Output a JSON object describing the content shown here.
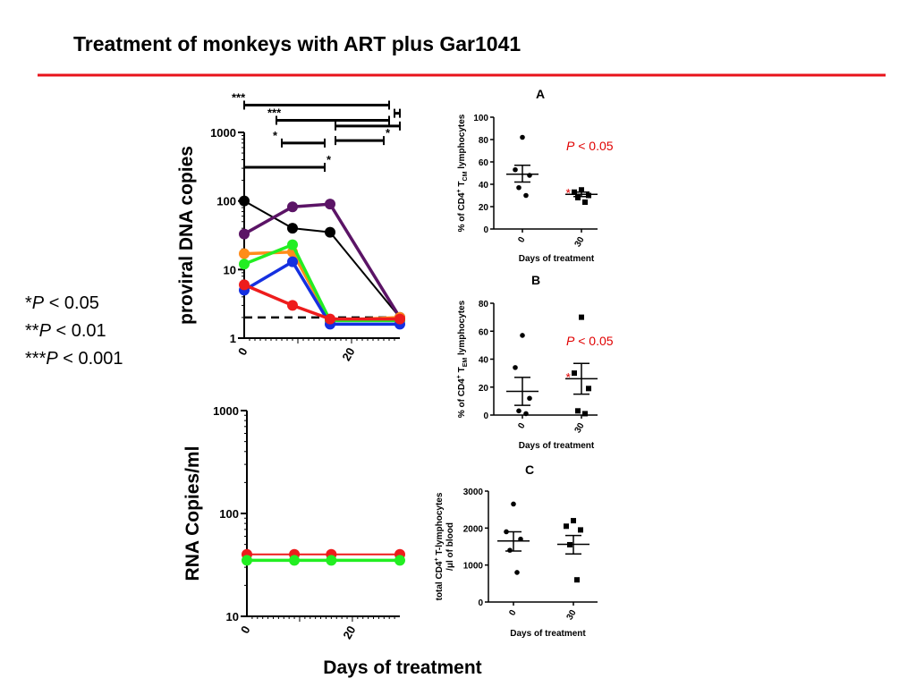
{
  "slide": {
    "title": "Treatment of monkeys with ART plus Gar1041",
    "accent_color": "#e8131b",
    "significance_legend": [
      {
        "stars": "*",
        "p": "P",
        "cond": " < 0.05"
      },
      {
        "stars": "**",
        "p": "P",
        "cond": " < 0.01"
      },
      {
        "stars": "***",
        "p": "P",
        "cond": " < 0.001"
      }
    ]
  },
  "chart_data": [
    {
      "id": "dna",
      "type": "line",
      "ylabel": "proviral DNA copies",
      "xlabel": "",
      "yscale": "log",
      "ylim": [
        1,
        1000
      ],
      "xlim": [
        0,
        29
      ],
      "yticks": [
        "1",
        "10",
        "100",
        "1000"
      ],
      "xticks": [
        "0",
        "20"
      ],
      "detection_limit": 2,
      "series": [
        {
          "color": "#000000",
          "x": [
            0,
            9,
            16,
            29
          ],
          "y": [
            100,
            40,
            35,
            2
          ]
        },
        {
          "color": "#5b1466",
          "x": [
            0,
            9,
            16,
            29
          ],
          "y": [
            33,
            82,
            90,
            2
          ]
        },
        {
          "color": "#ff8c1a",
          "x": [
            0,
            9,
            16,
            29
          ],
          "y": [
            17,
            18,
            1.8,
            2
          ]
        },
        {
          "color": "#22ee22",
          "x": [
            0,
            9,
            16,
            29
          ],
          "y": [
            12,
            23,
            1.8,
            1.8
          ]
        },
        {
          "color": "#1530e0",
          "x": [
            0,
            9,
            16,
            29
          ],
          "y": [
            5,
            13,
            1.6,
            1.6
          ]
        },
        {
          "color": "#ee1c1c",
          "x": [
            0,
            9,
            16,
            29
          ],
          "y": [
            6,
            3,
            1.9,
            1.9
          ]
        }
      ],
      "brackets": [
        {
          "x1": 0,
          "x2": 27,
          "y": 2500,
          "label": "***"
        },
        {
          "x1": 6,
          "x2": 27,
          "y": 1500,
          "label": "***"
        },
        {
          "x1": 7,
          "x2": 15,
          "y": 700,
          "label": "*"
        },
        {
          "x1": 17,
          "x2": 26,
          "y": 760,
          "label": "*"
        },
        {
          "x1": 0,
          "x2": 15,
          "y": 310,
          "label": "*"
        },
        {
          "x1": 17,
          "x2": 29,
          "y": 1240,
          "label": ""
        },
        {
          "x1": 28,
          "x2": 29,
          "y": 1900,
          "label": ""
        }
      ]
    },
    {
      "id": "rna",
      "type": "line",
      "ylabel": "RNA Copies/ml",
      "xlabel": "Days of treatment",
      "yscale": "log",
      "ylim": [
        10,
        1000
      ],
      "xlim": [
        0,
        29
      ],
      "yticks": [
        "10",
        "100",
        "1000"
      ],
      "xticks": [
        "0",
        "20"
      ],
      "series": [
        {
          "color": "#ee1c1c",
          "x": [
            0,
            9,
            16,
            29
          ],
          "y": [
            40,
            40,
            40,
            40
          ]
        },
        {
          "color": "#22ee22",
          "x": [
            0,
            9,
            16,
            29
          ],
          "y": [
            35,
            35,
            35,
            35
          ]
        }
      ]
    },
    {
      "id": "A",
      "type": "scatter",
      "panel_label": "A",
      "ylabel_parts": [
        "% of CD4",
        "+",
        " T",
        "CM",
        " lymphocytes"
      ],
      "xlabel": "Days of treatment",
      "categories": [
        "0",
        "30"
      ],
      "ylim": [
        0,
        100
      ],
      "yticks": [
        "0",
        "20",
        "40",
        "60",
        "80",
        "100"
      ],
      "pvalue": {
        "p": "P",
        "rest": " < 0.05"
      },
      "star": "*",
      "groups": [
        {
          "marker": "circle",
          "values": [
            82,
            53,
            48,
            37,
            30
          ],
          "mean": 49,
          "sem": [
            42,
            57
          ]
        },
        {
          "marker": "square",
          "values": [
            35,
            33,
            30,
            28,
            24
          ],
          "mean": 31,
          "sem": [
            29,
            33
          ]
        }
      ]
    },
    {
      "id": "B",
      "type": "scatter",
      "panel_label": "B",
      "ylabel_parts": [
        "% of CD4",
        "+",
        " T",
        "EM",
        " lymphocytes"
      ],
      "xlabel": "Days of treatment",
      "categories": [
        "0",
        "30"
      ],
      "ylim": [
        0,
        80
      ],
      "yticks": [
        "0",
        "20",
        "40",
        "60",
        "80"
      ],
      "pvalue": {
        "p": "P",
        "rest": " < 0.05"
      },
      "star": "*",
      "groups": [
        {
          "marker": "circle",
          "values": [
            57,
            34,
            12,
            3,
            1
          ],
          "mean": 17,
          "sem": [
            7,
            27
          ]
        },
        {
          "marker": "square",
          "values": [
            70,
            30,
            19,
            3,
            1
          ],
          "mean": 26,
          "sem": [
            15,
            37
          ]
        }
      ]
    },
    {
      "id": "C",
      "type": "scatter",
      "panel_label": "C",
      "ylabel_lines": [
        "total CD4",
        "+",
        " T-lymphocytes",
        "/",
        "μ",
        "l of blood"
      ],
      "xlabel": "Days of treatment",
      "categories": [
        "0",
        "30"
      ],
      "ylim": [
        0,
        3000
      ],
      "yticks": [
        "0",
        "1000",
        "2000",
        "3000"
      ],
      "groups": [
        {
          "marker": "circle",
          "values": [
            2650,
            1900,
            1700,
            1400,
            800
          ],
          "mean": 1650,
          "sem": [
            1380,
            1900
          ]
        },
        {
          "marker": "square",
          "values": [
            2200,
            2050,
            1950,
            1550,
            600
          ],
          "mean": 1560,
          "sem": [
            1300,
            1800
          ]
        }
      ]
    }
  ]
}
